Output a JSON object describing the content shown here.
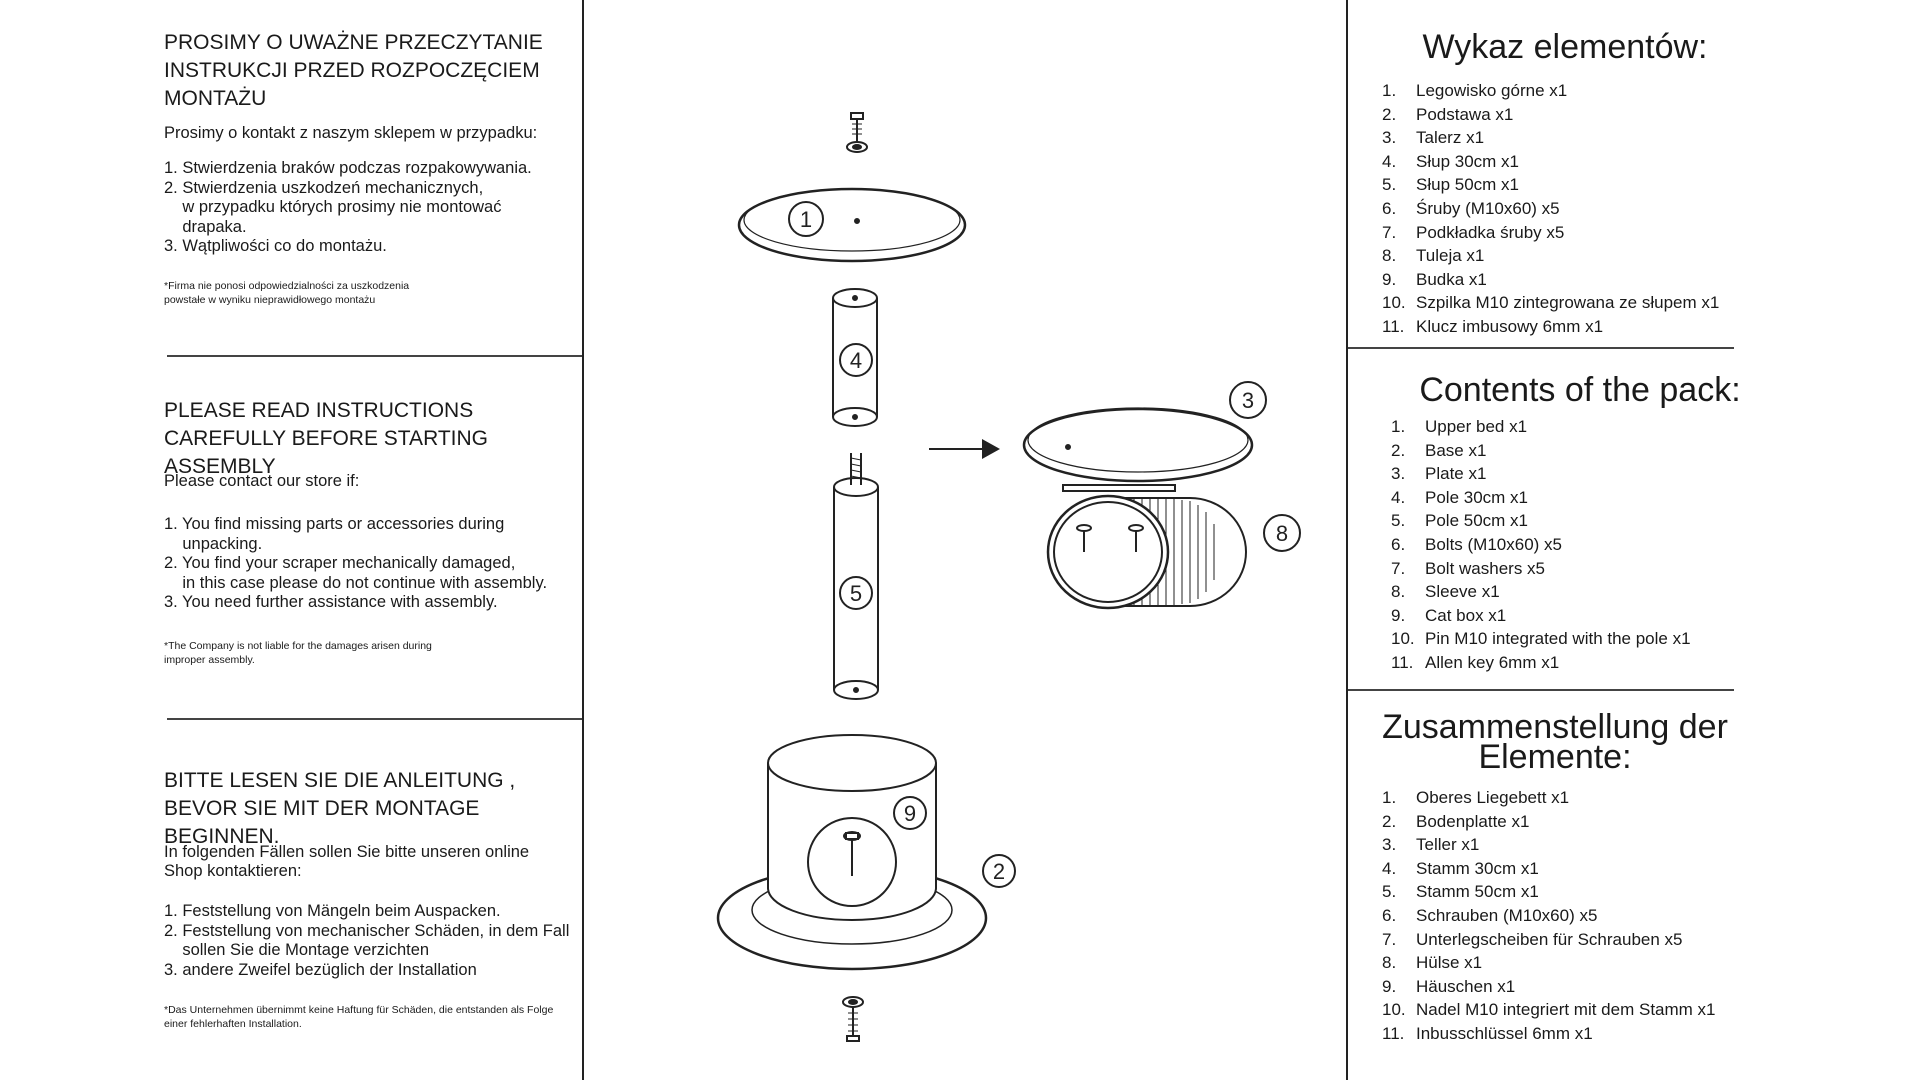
{
  "polish": {
    "title": "PROSIMY O UWAŻNE PRZECZYTANIE INSTRUKCJI PRZED ROZPOCZĘCIEM MONTAŻU",
    "intro": "Prosimy o kontakt z naszym sklepem w przypadku:",
    "items": [
      "1. Stwierdzenia braków podczas rozpakowywania.",
      "2. Stwierdzenia uszkodzeń mechanicznych,\n    w przypadku których prosimy nie montować\n    drapaka.",
      "3. Wątpliwości co do montażu."
    ],
    "note": "*Firma nie ponosi odpowiedzialności za uszkodzenia powstałe w wyniku nieprawidłowego montażu"
  },
  "english": {
    "title": "PLEASE READ INSTRUCTIONS CAREFULLY BEFORE STARTING ASSEMBLY",
    "intro": "Please contact our store if:",
    "items": [
      "1. You find missing parts or accessories during\n    unpacking.",
      "2. You find your scraper mechanically damaged,\n    in this case please do not continue with assembly.",
      "3. You need further assistance with assembly."
    ],
    "note": "*The Company is not liable for the damages arisen during improper assembly."
  },
  "german": {
    "title": "BITTE LESEN SIE DIE ANLEITUNG , BEVOR SIE MIT DER MONTAGE BEGINNEN.",
    "intro": "In folgenden Fällen sollen Sie bitte unseren online Shop kontaktieren:",
    "items": [
      "1. Feststellung von Mängeln beim Auspacken.",
      "2. Feststellung von mechanischer Schäden, in dem Fall\n    sollen Sie die Montage verzichten",
      "3. andere Zweifel bezüglich der Installation"
    ],
    "note": "*Das Unternehmen übernimmt keine Haftung für Schäden, die entstanden als Folge einer  fehlerhaften Installation."
  },
  "parts_pl": {
    "title": "Wykaz elementów:",
    "items": [
      "Legowisko górne x1",
      "Podstawa x1",
      "Talerz x1",
      "Słup 30cm x1",
      "Słup 50cm x1",
      "Śruby (M10x60) x5",
      "Podkładka śruby x5",
      "Tuleja x1",
      "Budka x1",
      "Szpilka M10 zintegrowana ze słupem x1",
      "Klucz imbusowy 6mm x1"
    ]
  },
  "parts_en": {
    "title": "Contents of the pack:",
    "items": [
      "Upper bed x1",
      "Base x1",
      "Plate x1",
      "Pole 30cm x1",
      "Pole 50cm x1",
      "Bolts (M10x60) x5",
      "Bolt washers x5",
      "Sleeve x1",
      "Cat box x1",
      "Pin M10 integrated with the pole x1",
      "Allen key 6mm x1"
    ]
  },
  "parts_de": {
    "title": "Zusammenstellung der Elemente:",
    "items": [
      "Oberes Liegebett x1",
      "Bodenplatte x1",
      "Teller x1",
      "Stamm 30cm x1",
      "Stamm 50cm x1",
      "Schrauben (M10x60) x5",
      "Unterlegscheiben für Schrauben x5",
      "Hülse x1",
      "Häuschen x1",
      "Nadel M10 integriert mit dem Stamm x1",
      "Inbusschlüssel 6mm x1"
    ]
  },
  "diagram": {
    "labels": [
      "1",
      "4",
      "5",
      "9",
      "2",
      "3",
      "8"
    ]
  }
}
